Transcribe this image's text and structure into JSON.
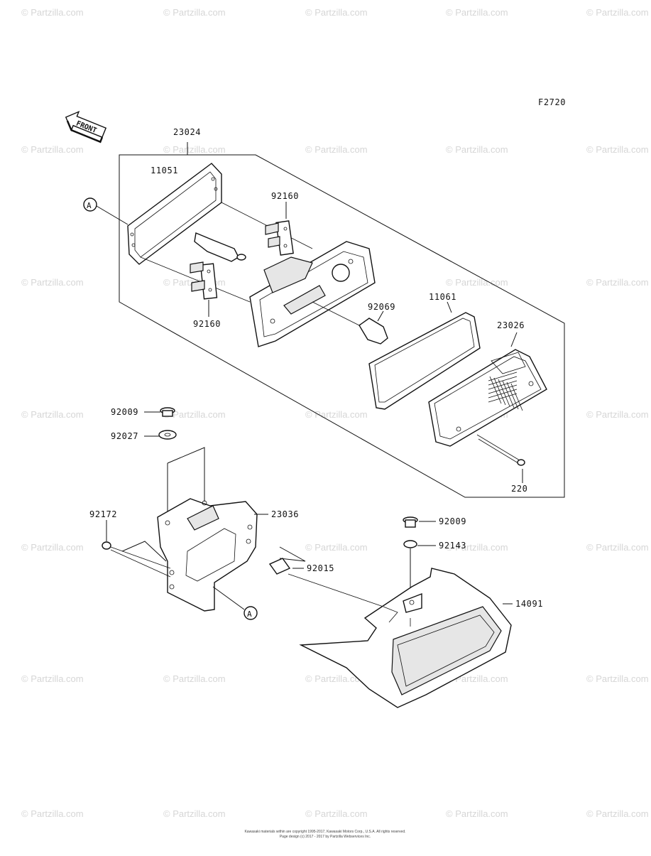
{
  "diagram_code": "F2720",
  "front_label": "FRONT",
  "ref_marker": "A",
  "watermark": "© Partzilla.com",
  "footer_text": "Kawasaki materials within are copyright 1995-2017, Kawasaki Motors Corp., U.S.A. All rights reserved.",
  "footer_text_2": "Page design (c) 2017 - 2017 by Partzilla Webservices Inc.",
  "parts": {
    "p23024": "23024",
    "p11051": "11051",
    "p92160a": "92160",
    "p92160b": "92160",
    "p92069": "92069",
    "p11061": "11061",
    "p23026": "23026",
    "p220": "220",
    "p92009a": "92009",
    "p92027": "92027",
    "p92172": "92172",
    "p23036": "23036",
    "p92015": "92015",
    "p92009b": "92009",
    "p92143": "92143",
    "p14091": "14091"
  }
}
